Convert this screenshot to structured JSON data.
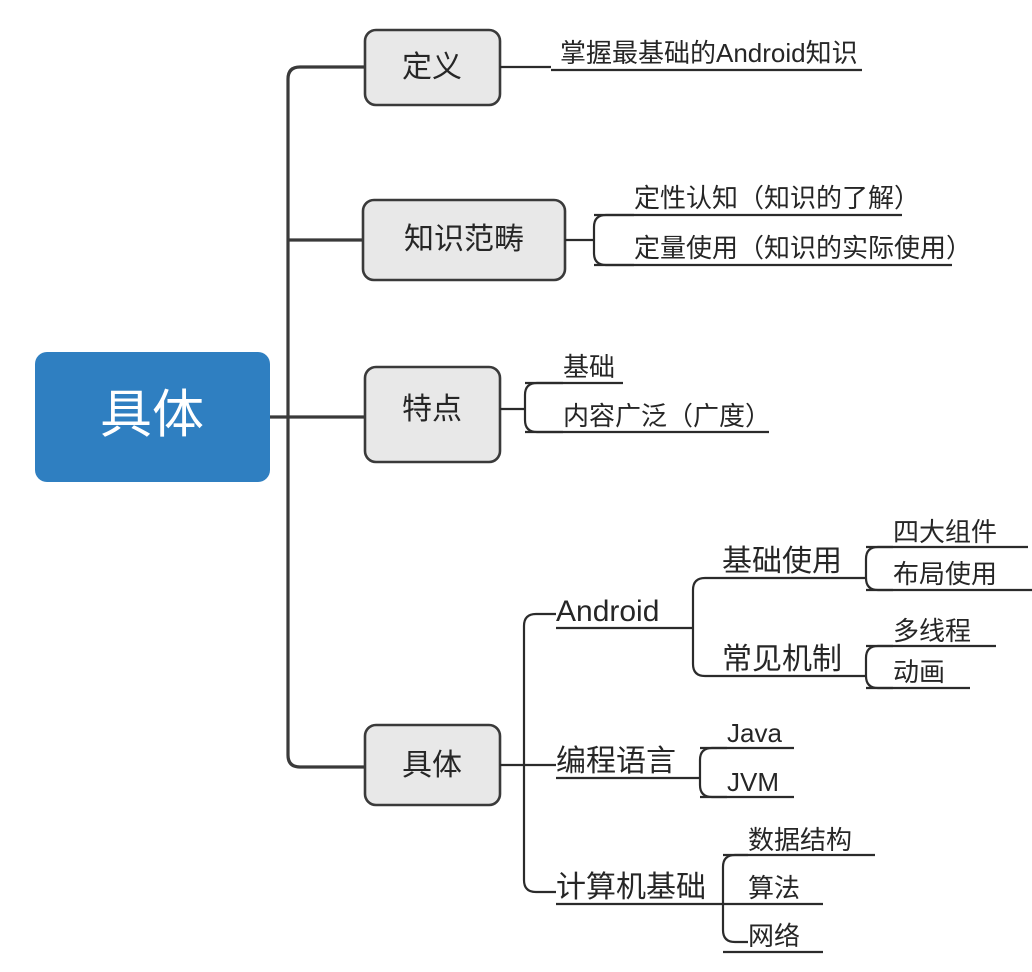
{
  "diagram": {
    "type": "mind-map",
    "title": "具体",
    "orientation": "left-to-right",
    "colors": {
      "root_fill": "#2f7fc1",
      "root_text": "#ffffff",
      "node_fill": "#e8e8e8",
      "node_border": "#3a3a3a",
      "line": "#2b2b2b",
      "background": "#ffffff"
    }
  },
  "root": {
    "label": "具体"
  },
  "branches": [
    {
      "label": "定义",
      "children": [
        {
          "label": "掌握最基础的Android知识"
        }
      ]
    },
    {
      "label": "知识范畴",
      "children": [
        {
          "label": "定性认知（知识的了解）"
        },
        {
          "label": "定量使用（知识的实际使用）"
        }
      ]
    },
    {
      "label": "特点",
      "children": [
        {
          "label": "基础"
        },
        {
          "label": "内容广泛（广度）"
        }
      ]
    },
    {
      "label": "具体",
      "children": [
        {
          "label": "Android",
          "children": [
            {
              "label": "基础使用",
              "children": [
                {
                  "label": "四大组件"
                },
                {
                  "label": "布局使用"
                }
              ]
            },
            {
              "label": "常见机制",
              "children": [
                {
                  "label": "多线程"
                },
                {
                  "label": "动画"
                }
              ]
            }
          ]
        },
        {
          "label": "编程语言",
          "children": [
            {
              "label": "Java"
            },
            {
              "label": "JVM"
            }
          ]
        },
        {
          "label": "计算机基础",
          "children": [
            {
              "label": "数据结构"
            },
            {
              "label": "算法"
            },
            {
              "label": "网络"
            }
          ]
        }
      ]
    }
  ]
}
